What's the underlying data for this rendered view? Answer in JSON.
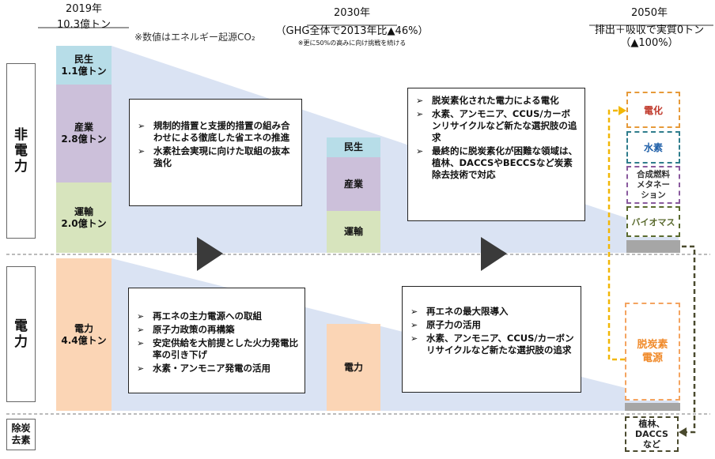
{
  "columns": {
    "y2019": {
      "year": "2019年",
      "total": "10.3億トン"
    },
    "y2030": {
      "year": "2030年",
      "target": "（GHG全体で2013年比▲46%）",
      "note": "※更に50%の高みに向け挑戦を続ける"
    },
    "y2050": {
      "year": "2050年",
      "target": "排出＋吸収で実質0トン",
      "reduction": "（▲100%）"
    }
  },
  "co2_note": "※数値はエネルギー起源CO₂",
  "side_labels": {
    "non_power": "非\n電\n力",
    "power": "電\n力",
    "removal": "除炭\n去素"
  },
  "bars_2019": [
    {
      "name": "民生",
      "value": "1.1億トン"
    },
    {
      "name": "産業",
      "value": "2.8億トン"
    },
    {
      "name": "運輸",
      "value": "2.0億トン"
    },
    {
      "name": "電力",
      "value": "4.4億トン"
    }
  ],
  "bars_2030": [
    "民生",
    "産業",
    "運輸",
    "電力"
  ],
  "policy_boxes": {
    "non_power_2030": [
      "規制的措置と支援的措置の組み合わせによる徹底した省エネの推進",
      "水素社会実現に向けた取組の抜本強化"
    ],
    "power_2030": [
      "再エネの主力電源への取組",
      "原子力政策の再構築",
      "安定供給を大前提とした火力発電比率の引き下げ",
      "水素・アンモニア発電の活用"
    ],
    "non_power_2050": [
      "脱炭素化された電力による電化",
      "水素、アンモニア、CCUS/カーボンリサイクルなど新たな選択肢の追求",
      "最終的に脱炭素化が困難な領域は、植林、DACCSやBECCSなど炭素除去技術で対応"
    ],
    "power_2050": [
      "再エネの最大限導入",
      "原子力の活用",
      "水素、アンモニア、CCUS/カーボンリサイクルなど新たな選択肢の追求"
    ]
  },
  "options_2050": [
    {
      "label": "電化",
      "color": "#e69a3a"
    },
    {
      "label": "水素",
      "color": "#2f7d8c"
    },
    {
      "label": "合成燃料\nメタネー\nション",
      "color": "#8a5a9e"
    },
    {
      "label": "バイオマス",
      "color": "#5a6a2e"
    }
  ],
  "power_option_2050": {
    "label": "脱炭素\n電源",
    "color": "#f4a460"
  },
  "removal_option_2050": {
    "label": "植林、\nDACCS\nなど",
    "color": "#4a4a2e"
  },
  "colors": {
    "residential": "#b7dde8",
    "industry": "#ccc0da",
    "transport": "#d7e4bd",
    "power": "#fbd5b5",
    "wedge": "#dae3f3",
    "arrow_yellow": "#f2b705"
  }
}
